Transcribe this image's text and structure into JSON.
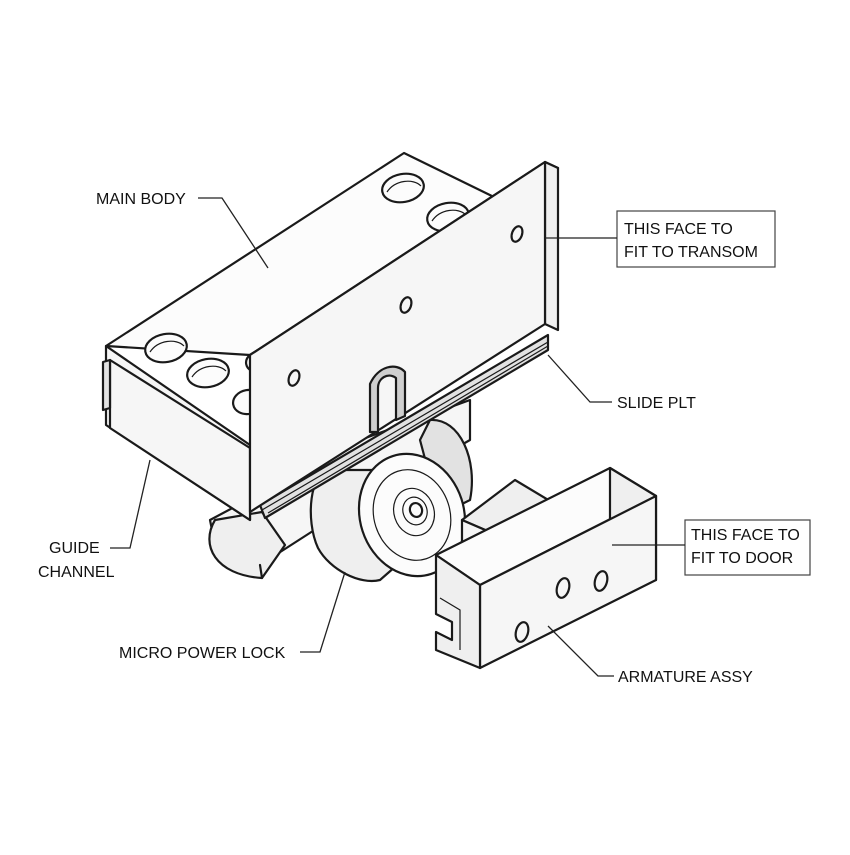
{
  "labels": {
    "main_body": "MAIN BODY",
    "transom_line1": "THIS FACE TO",
    "transom_line2": "FIT TO TRANSOM",
    "slide_plt": "SLIDE PLT",
    "guide_line1": "GUIDE",
    "guide_line2": "CHANNEL",
    "door_line1": "THIS FACE TO",
    "door_line2": "FIT TO DOOR",
    "micro_power_lock": "MICRO POWER LOCK",
    "armature_assy": "ARMATURE ASSY"
  }
}
